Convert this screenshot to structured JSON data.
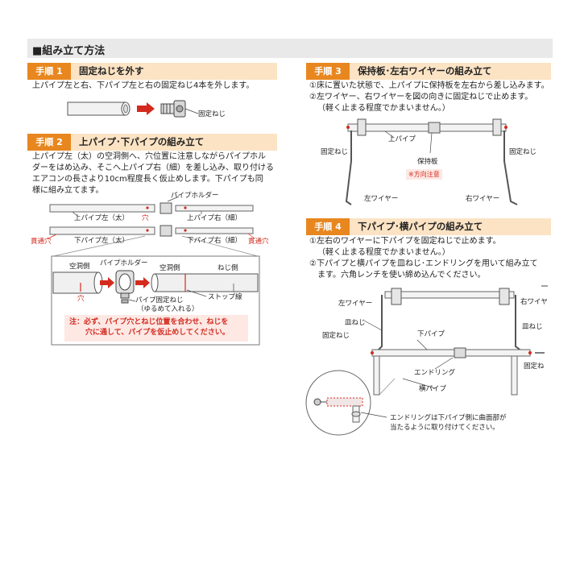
{
  "section": {
    "title": "■組み立て方法"
  },
  "step1": {
    "tag": "手順 1",
    "title": "固定ねじを外す",
    "text": "上パイプ左と右、下パイプ左と右の固定ねじ4本を外します。",
    "label_screw": "固定ねじ"
  },
  "step2": {
    "tag": "手順 2",
    "title": "上パイプ･下パイプの組み立て",
    "lines": [
      "上パイプ左（太）の空洞側へ、穴位置に注意しながらパイプホル",
      "ダーをはめ込み、そこへ上パイプ右（細）を差し込み、取り付ける",
      "エアコンの長さより10cm程度長く仮止めします。下パイプも同",
      "様に組み立てます。"
    ],
    "label_holder": "パイプホルダー",
    "label_upper_left": "上パイプ左（太）",
    "label_hole": "穴",
    "label_upper_right": "上パイプ右（細）",
    "label_through_left": "貫通穴",
    "label_lower_left": "下パイプ左（太）",
    "label_lower_right": "下パイプ右（細）",
    "label_through_right": "貫通穴",
    "detail": {
      "hollow_left": "空洞側",
      "holder": "パイプホルダー",
      "hollow_right": "空洞側",
      "screw_side": "ねじ側",
      "hole": "穴",
      "stop_line": "ストップ線",
      "fix_screw": "パイプ固定ねじ",
      "loosen": "（ゆるめて入れる）"
    },
    "note_lines": [
      "注：必ず、パイプ穴とねじ位置を合わせ、ねじを",
      "穴に通して、パイプを仮止めしてください。"
    ]
  },
  "step3": {
    "tag": "手順 3",
    "title": "保持板･左右ワイヤーの組み立て",
    "lines": [
      "①床に置いた状態で、上パイプに保持板を左右から差し込みます。",
      "②左ワイヤー、右ワイヤーを図の向きに固定ねじで止めます。",
      "（軽く止まる程度でかまいません。）"
    ],
    "label_upper_pipe": "上パイプ",
    "label_screw_left": "固定ねじ",
    "label_plate": "保持板",
    "label_direction": "※方向注意",
    "label_screw_right": "固定ねじ",
    "label_left_wire": "左ワイヤー",
    "label_right_wire": "右ワイヤー"
  },
  "step4": {
    "tag": "手順 4",
    "title": "下パイプ･横パイプの組み立て",
    "lines": [
      "①左右のワイヤーに下パイプを固定ねじで止めます。",
      "（軽く止まる程度でかまいません。）",
      "②下パイプと横パイプを皿ねじ･エンドリングを用いて組み立て",
      "ます。六角レンチを使い締め込んでください。"
    ],
    "label_left_wire": "左ワイヤー",
    "label_right_wire": "右ワイヤ",
    "label_countersunk_left": "皿ねじ",
    "label_countersunk_right": "皿ねじ",
    "label_screw_left": "固定ねじ",
    "label_lower_pipe": "下パイプ",
    "label_screw_right": "固定ね",
    "label_endring": "エンドリング",
    "label_side_pipe": "横パイプ",
    "caption_lines": [
      "エンドリングは下パイプ側に曲面部が",
      "当たるように取り付けてください。"
    ]
  },
  "colors": {
    "accent": "#e8871f",
    "accent_light": "#fbe3c4",
    "warning": "#d42a1e"
  }
}
